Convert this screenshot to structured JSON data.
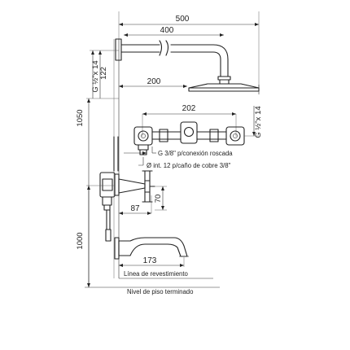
{
  "dimensions": {
    "arm_total_length": "500",
    "arm_length": "400",
    "shower_head_reach": "200",
    "wall_spacing": "202",
    "total_height": "1050",
    "spout_height": "1000",
    "outlet_to_handle": "70",
    "valve_reach": "87",
    "spout_reach": "173",
    "head_thread_top": "G ½\"x 14",
    "head_thread_offset": "122",
    "valve_thread": "G ½\"x 14"
  },
  "notes": {
    "connection_thread": "G 3/8\" p/conexión roscada",
    "copper_pipe": "Ø int. 12 p/caño de cobre 3/8\"",
    "finish_line": "Línea de revestimiento",
    "floor_line": "Nivel de piso terminado"
  },
  "colors": {
    "line": "#222222",
    "background": "#ffffff"
  }
}
